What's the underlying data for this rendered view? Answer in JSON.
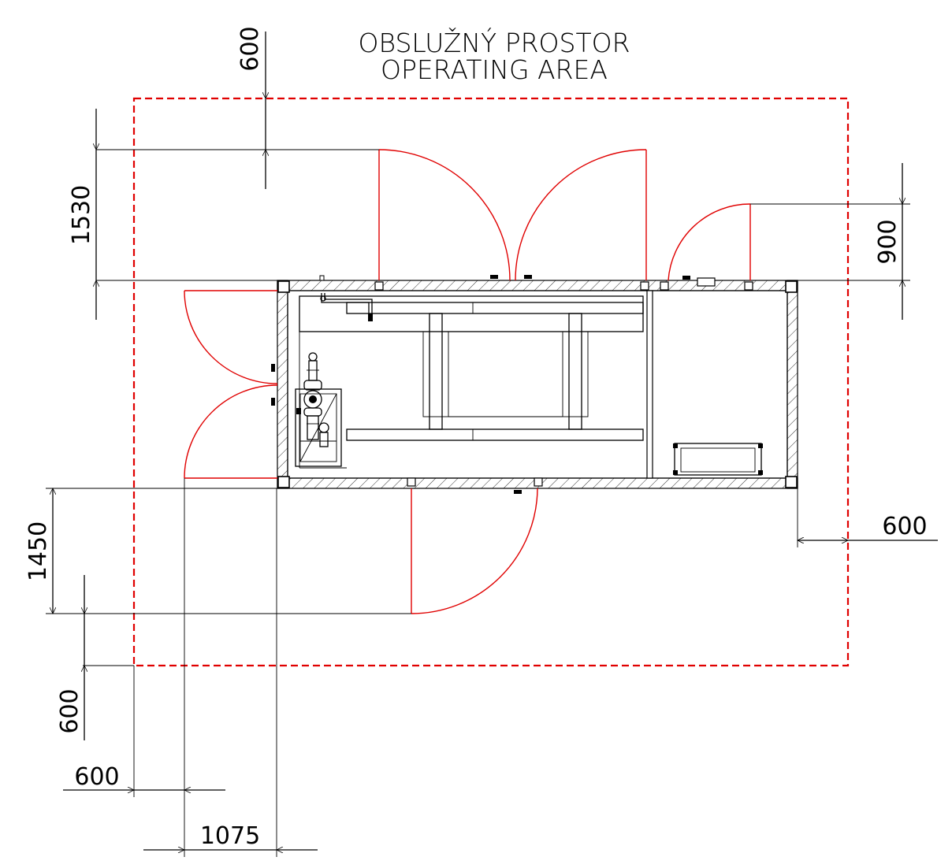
{
  "title": {
    "line1": "OBSLUŽNÝ PROSTOR",
    "line2": "OPERATING AREA"
  },
  "dimensions": {
    "top_clearance": "600",
    "left_door_swing_top": "1530",
    "right_door_swing": "900",
    "right_clearance": "600",
    "bottom_door_swing": "1450",
    "bottom_clearance": "600",
    "left_clearance": "600",
    "left_door_swing": "1075"
  },
  "colors": {
    "operating_area": "#e00000",
    "door_swing": "#e00000",
    "linework": "#000000"
  }
}
